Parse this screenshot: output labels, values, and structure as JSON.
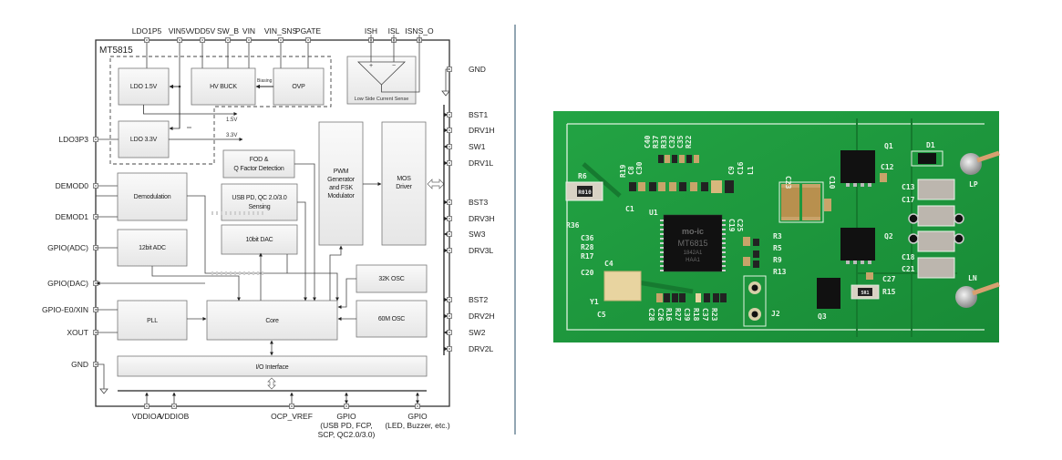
{
  "block_diagram": {
    "chip_name": "MT5815",
    "top_pins": [
      "LDO1P5",
      "VIN5V",
      "VDD5V",
      "SW_B",
      "VIN",
      "VIN_SNS",
      "PGATE",
      "ISH",
      "ISL",
      "ISNS_O"
    ],
    "left_pins": [
      "LDO3P3",
      "DEMOD0",
      "DEMOD1",
      "GPIO(ADC)",
      "GPIO(DAC)",
      "GPIO-E0/XIN",
      "XOUT",
      "GND"
    ],
    "right_pins": [
      "GND",
      "BST1",
      "DRV1H",
      "SW1",
      "DRV1L",
      "BST3",
      "DRV3H",
      "SW3",
      "DRV3L",
      "BST2",
      "DRV2H",
      "SW2",
      "DRV2L"
    ],
    "bottom_pins": [
      {
        "lines": [
          "VDDIOA"
        ]
      },
      {
        "lines": [
          "VDDIOB"
        ]
      },
      {
        "lines": [
          "OCP_VREF"
        ]
      },
      {
        "lines": [
          "GPIO",
          "(USB PD, FCP,",
          "SCP, QC2.0/3.0)"
        ]
      },
      {
        "lines": [
          "GPIO",
          "(LED, Buzzer, etc.)"
        ]
      }
    ],
    "blocks": {
      "ldo15": "LDO 1.5V",
      "hvbuck": "HV BUCK",
      "ovp": "OVP",
      "biasing": "Biasing",
      "lscs": "Low Side Current Sense",
      "ldo33": "LDO 3.3V",
      "rail15": "1.5V",
      "rail33": "3.3V",
      "fod": [
        "FOD &",
        "Q Factor Detection"
      ],
      "usbpd": [
        "USB PD, QC 2.0/3.0",
        "Sensing"
      ],
      "dac": "10bit DAC",
      "pwm": [
        "PWM",
        "Generator",
        "and FSK",
        "Modulator"
      ],
      "mos": [
        "MOS",
        "Driver"
      ],
      "demod": "Demodulation",
      "adc": "12bit ADC",
      "osc32": "32K OSC",
      "pll": "PLL",
      "core": "Core",
      "osc60": "60M OSC",
      "io": "I/O Interface"
    }
  },
  "pcb_photo": {
    "ic_brand": "mo-ic",
    "ic_part": "MT6815",
    "ic_code1": "1842A1",
    "ic_code2": "HAA1",
    "r6_marking": "R010",
    "r15_marking": "5R1",
    "silk_labels": [
      "C40",
      "R37",
      "R33",
      "C32",
      "C35",
      "R22",
      "R6",
      "R19",
      "C8",
      "C30",
      "C9",
      "C16",
      "L1",
      "C1",
      "U1",
      "R36",
      "C36",
      "R28",
      "R17",
      "C20",
      "C4",
      "Y1",
      "C5",
      "C28",
      "C26",
      "R16",
      "R27",
      "C39",
      "R18",
      "C37",
      "R23",
      "C25",
      "C19",
      "R3",
      "R5",
      "R9",
      "R13",
      "J2",
      "C23",
      "C10",
      "Q1",
      "C12",
      "D1",
      "LP",
      "C13",
      "C17",
      "Q2",
      "C18",
      "C21",
      "C27",
      "R15",
      "Q3",
      "LN"
    ]
  },
  "colors": {
    "pcb_green": "#1f9a3e",
    "block_fill": "#f1f1f1",
    "line": "#333333",
    "divider": "#4a6a80"
  }
}
